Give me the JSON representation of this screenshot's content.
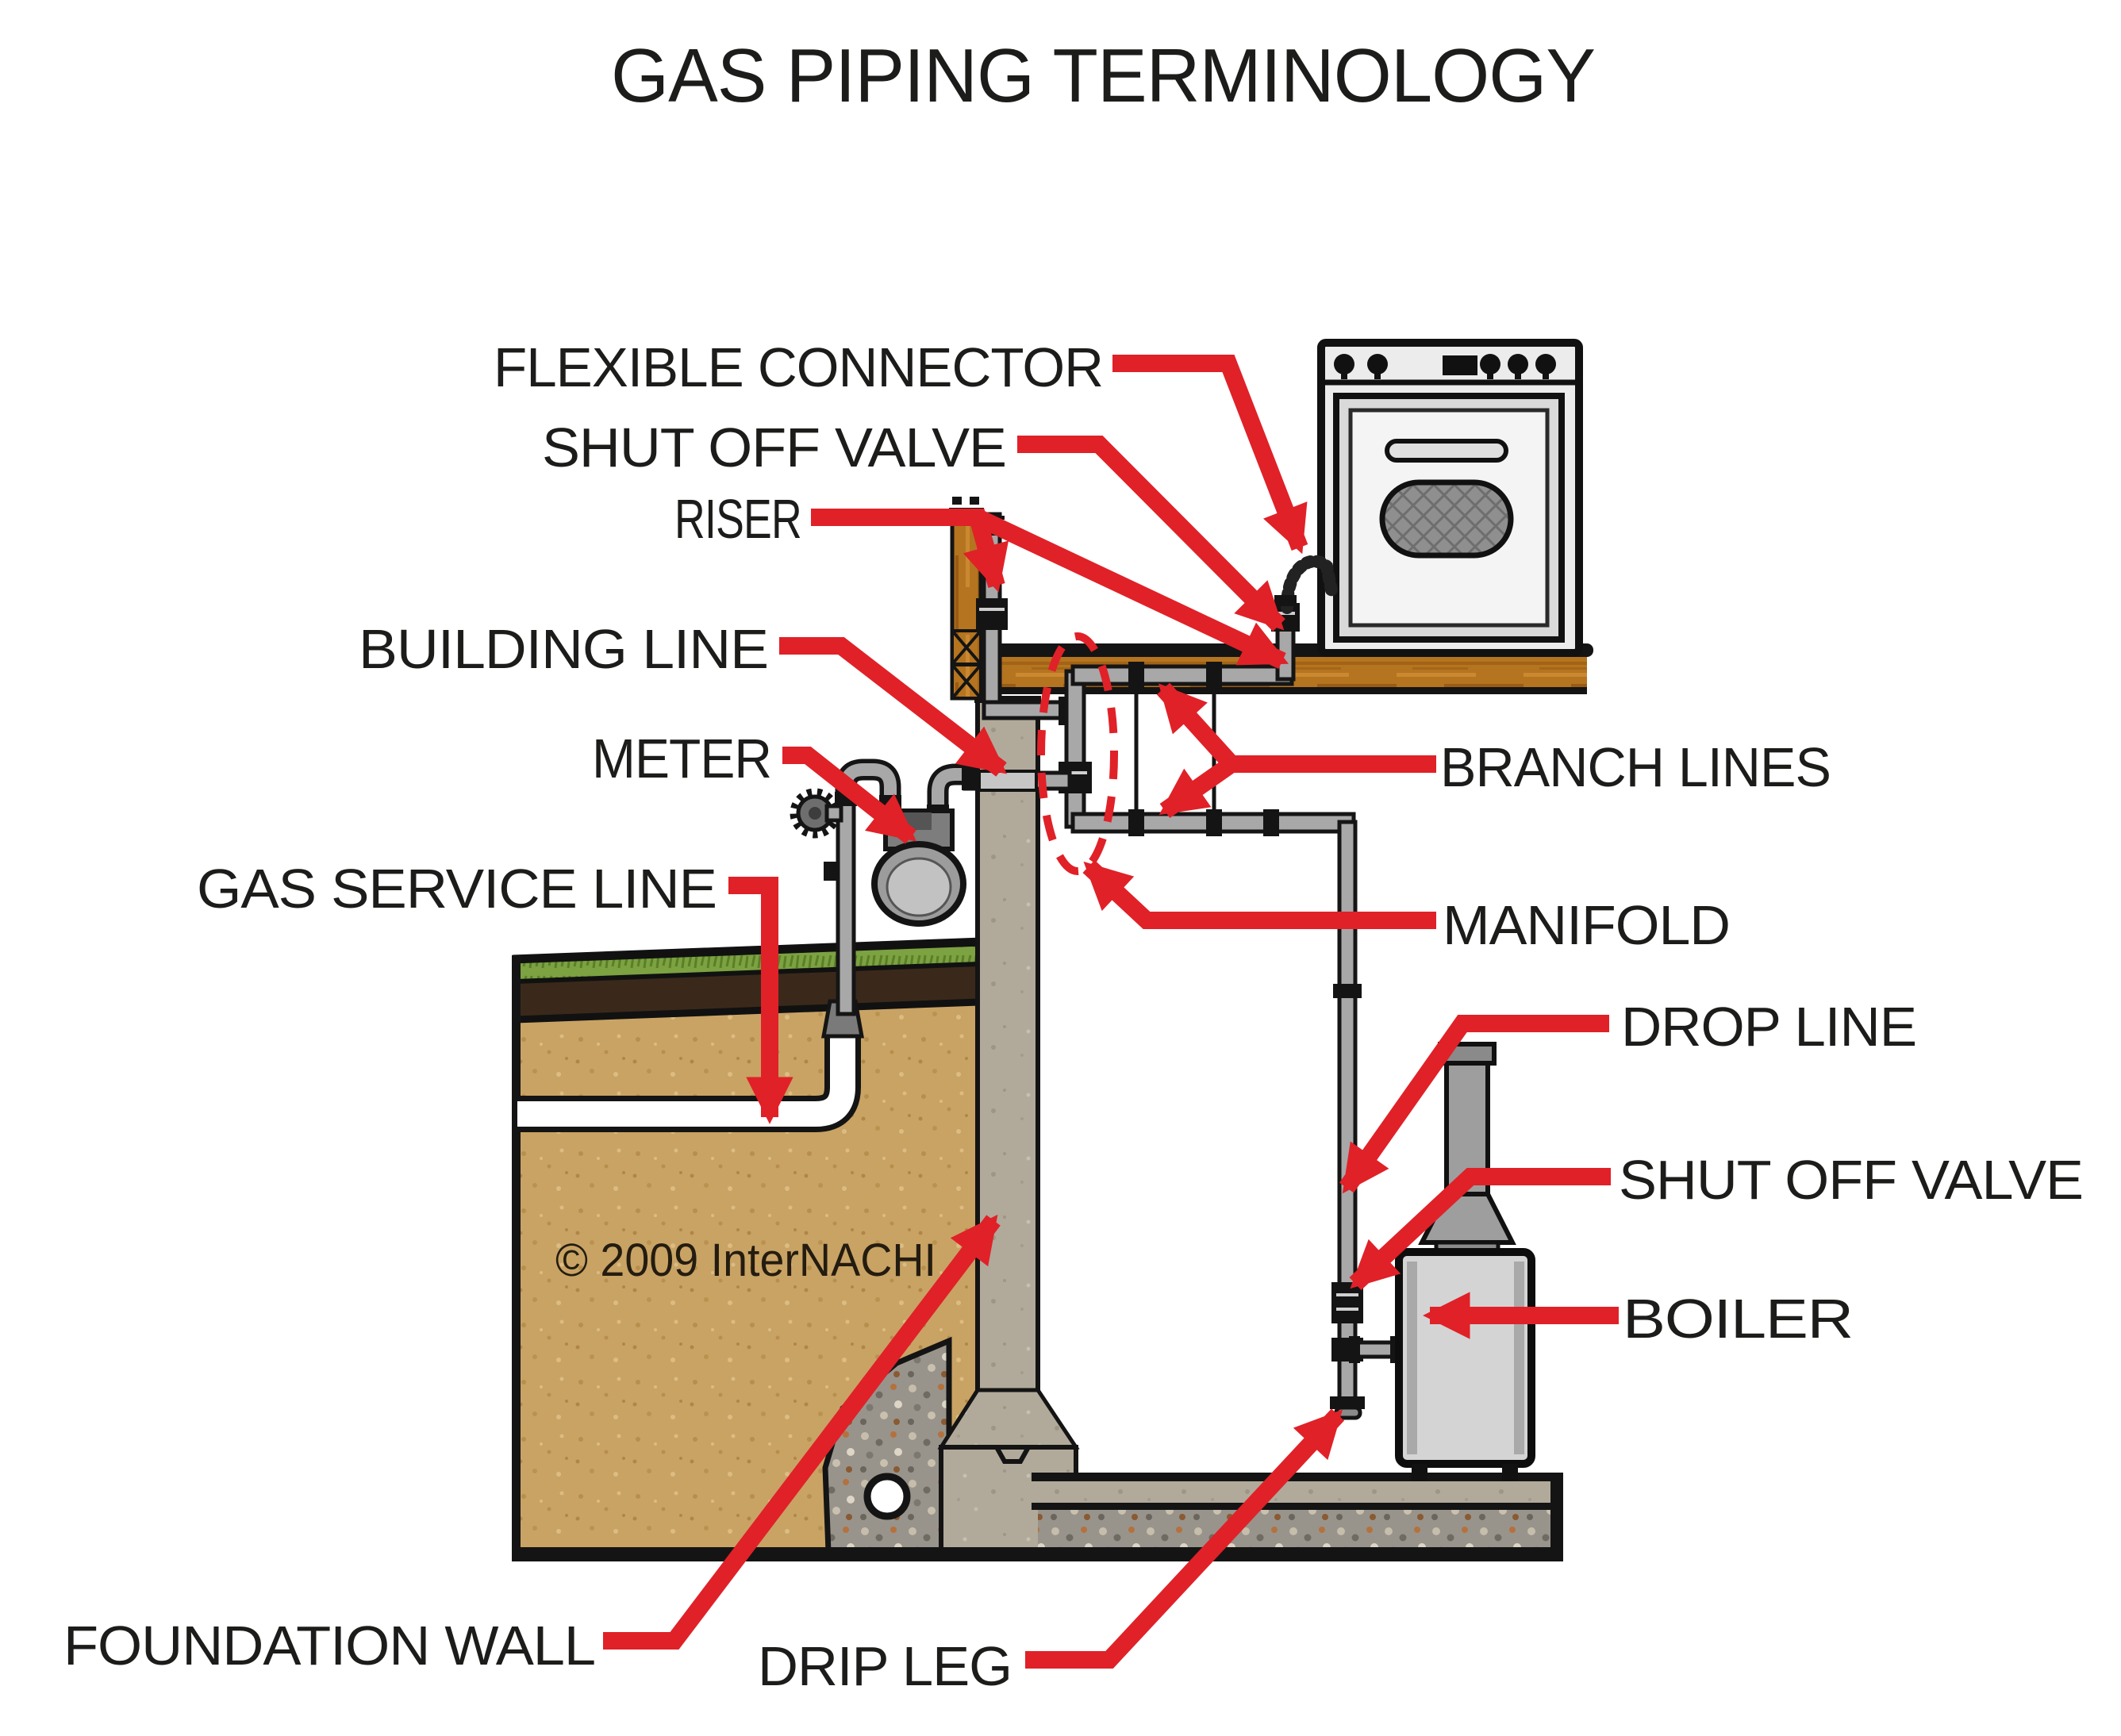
{
  "title": "GAS PIPING TERMINOLOGY",
  "copyright": "© 2009  InterNACHI",
  "labels": {
    "flexible_connector": "FLEXIBLE CONNECTOR",
    "shut_off_valve_top": "SHUT OFF VALVE",
    "riser": "RISER",
    "building_line": "BUILDING LINE",
    "meter": "METER",
    "gas_service_line": "GAS SERVICE LINE",
    "branch_lines": "BRANCH LINES",
    "manifold": "MANIFOLD",
    "drop_line": "DROP LINE",
    "shut_off_valve_bottom": "SHUT OFF VALVE",
    "boiler": "BOILER",
    "foundation_wall": "FOUNDATION WALL",
    "drip_leg": "DRIP LEG"
  },
  "colors": {
    "callout_red": "#e02128",
    "label_text": "#1c1c1a",
    "pipe_gray": "#a8a8a8",
    "wood": "#b5741f",
    "soil": "#c9a364",
    "topsoil": "#3a291a",
    "grass": "#7ca241",
    "concrete": "#b1aa9a"
  }
}
